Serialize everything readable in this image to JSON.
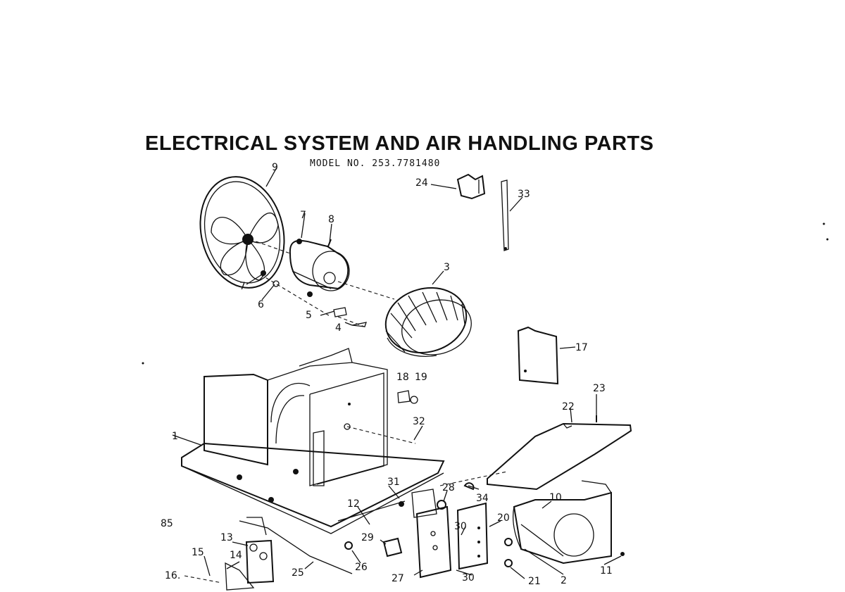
{
  "title": "ELECTRICAL SYSTEM AND AIR HANDLING PARTS",
  "model": "MODEL NO. 253.7781480",
  "callouts": [
    "1",
    "2",
    "3",
    "4",
    "5",
    "6",
    "7",
    "7",
    "8",
    "9",
    "10",
    "11",
    "12",
    "13",
    "14",
    "15",
    "16.",
    "17",
    "18",
    "19",
    "20",
    "21",
    "22",
    "23",
    "24",
    "25",
    "26",
    "27",
    "28",
    "29",
    "30",
    "30",
    "31",
    "32",
    "33",
    "34",
    "85"
  ],
  "part_icons": [
    "fan-blade",
    "motor",
    "blower-wheel",
    "bracket",
    "base-pan",
    "blower-housing",
    "air-guide",
    "capacitor",
    "control-panel",
    "bracket-17",
    "clip",
    "strap"
  ]
}
